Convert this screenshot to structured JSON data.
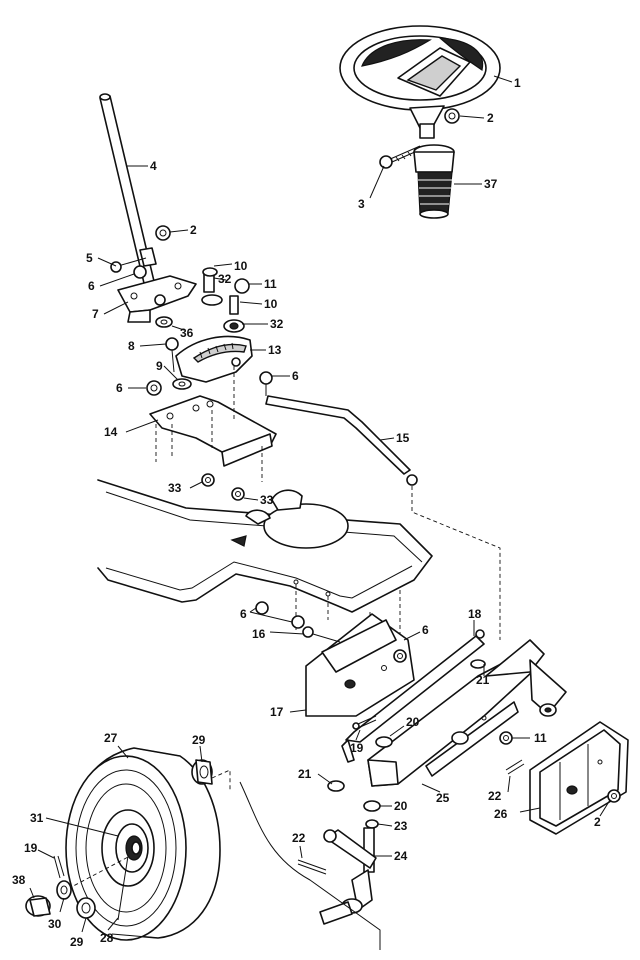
{
  "diagram": {
    "callouts": [
      {
        "id": "c1",
        "text": "1"
      },
      {
        "id": "c2a",
        "text": "2"
      },
      {
        "id": "c37",
        "text": "37"
      },
      {
        "id": "c3",
        "text": "3"
      },
      {
        "id": "c4",
        "text": "4"
      },
      {
        "id": "c2b",
        "text": "2"
      },
      {
        "id": "c5",
        "text": "5"
      },
      {
        "id": "c6a",
        "text": "6"
      },
      {
        "id": "c7",
        "text": "7"
      },
      {
        "id": "c10a",
        "text": "10"
      },
      {
        "id": "c32a",
        "text": "32"
      },
      {
        "id": "c11a",
        "text": "11"
      },
      {
        "id": "c10b",
        "text": "10"
      },
      {
        "id": "c32b",
        "text": "32"
      },
      {
        "id": "c36",
        "text": "36"
      },
      {
        "id": "c8",
        "text": "8"
      },
      {
        "id": "c13",
        "text": "13"
      },
      {
        "id": "c9",
        "text": "9"
      },
      {
        "id": "c6b",
        "text": "6"
      },
      {
        "id": "c6c",
        "text": "6"
      },
      {
        "id": "c14",
        "text": "14"
      },
      {
        "id": "c15",
        "text": "15"
      },
      {
        "id": "c33a",
        "text": "33"
      },
      {
        "id": "c33b",
        "text": "33"
      },
      {
        "id": "c6d",
        "text": "6"
      },
      {
        "id": "c16",
        "text": "16"
      },
      {
        "id": "c18",
        "text": "18"
      },
      {
        "id": "c6e",
        "text": "6"
      },
      {
        "id": "c21a",
        "text": "21"
      },
      {
        "id": "c17",
        "text": "17"
      },
      {
        "id": "c20a",
        "text": "20"
      },
      {
        "id": "c11b",
        "text": "11"
      },
      {
        "id": "c19a",
        "text": "19"
      },
      {
        "id": "c27",
        "text": "27"
      },
      {
        "id": "c29a",
        "text": "29"
      },
      {
        "id": "c21b",
        "text": "21"
      },
      {
        "id": "c25",
        "text": "25"
      },
      {
        "id": "c22a",
        "text": "22"
      },
      {
        "id": "c26",
        "text": "26"
      },
      {
        "id": "c2c",
        "text": "2"
      },
      {
        "id": "c20b",
        "text": "20"
      },
      {
        "id": "c23",
        "text": "23"
      },
      {
        "id": "c31",
        "text": "31"
      },
      {
        "id": "c22b",
        "text": "22"
      },
      {
        "id": "c24",
        "text": "24"
      },
      {
        "id": "c19b",
        "text": "19"
      },
      {
        "id": "c38",
        "text": "38"
      },
      {
        "id": "c30",
        "text": "30"
      },
      {
        "id": "c29b",
        "text": "29"
      },
      {
        "id": "c28",
        "text": "28"
      }
    ]
  }
}
